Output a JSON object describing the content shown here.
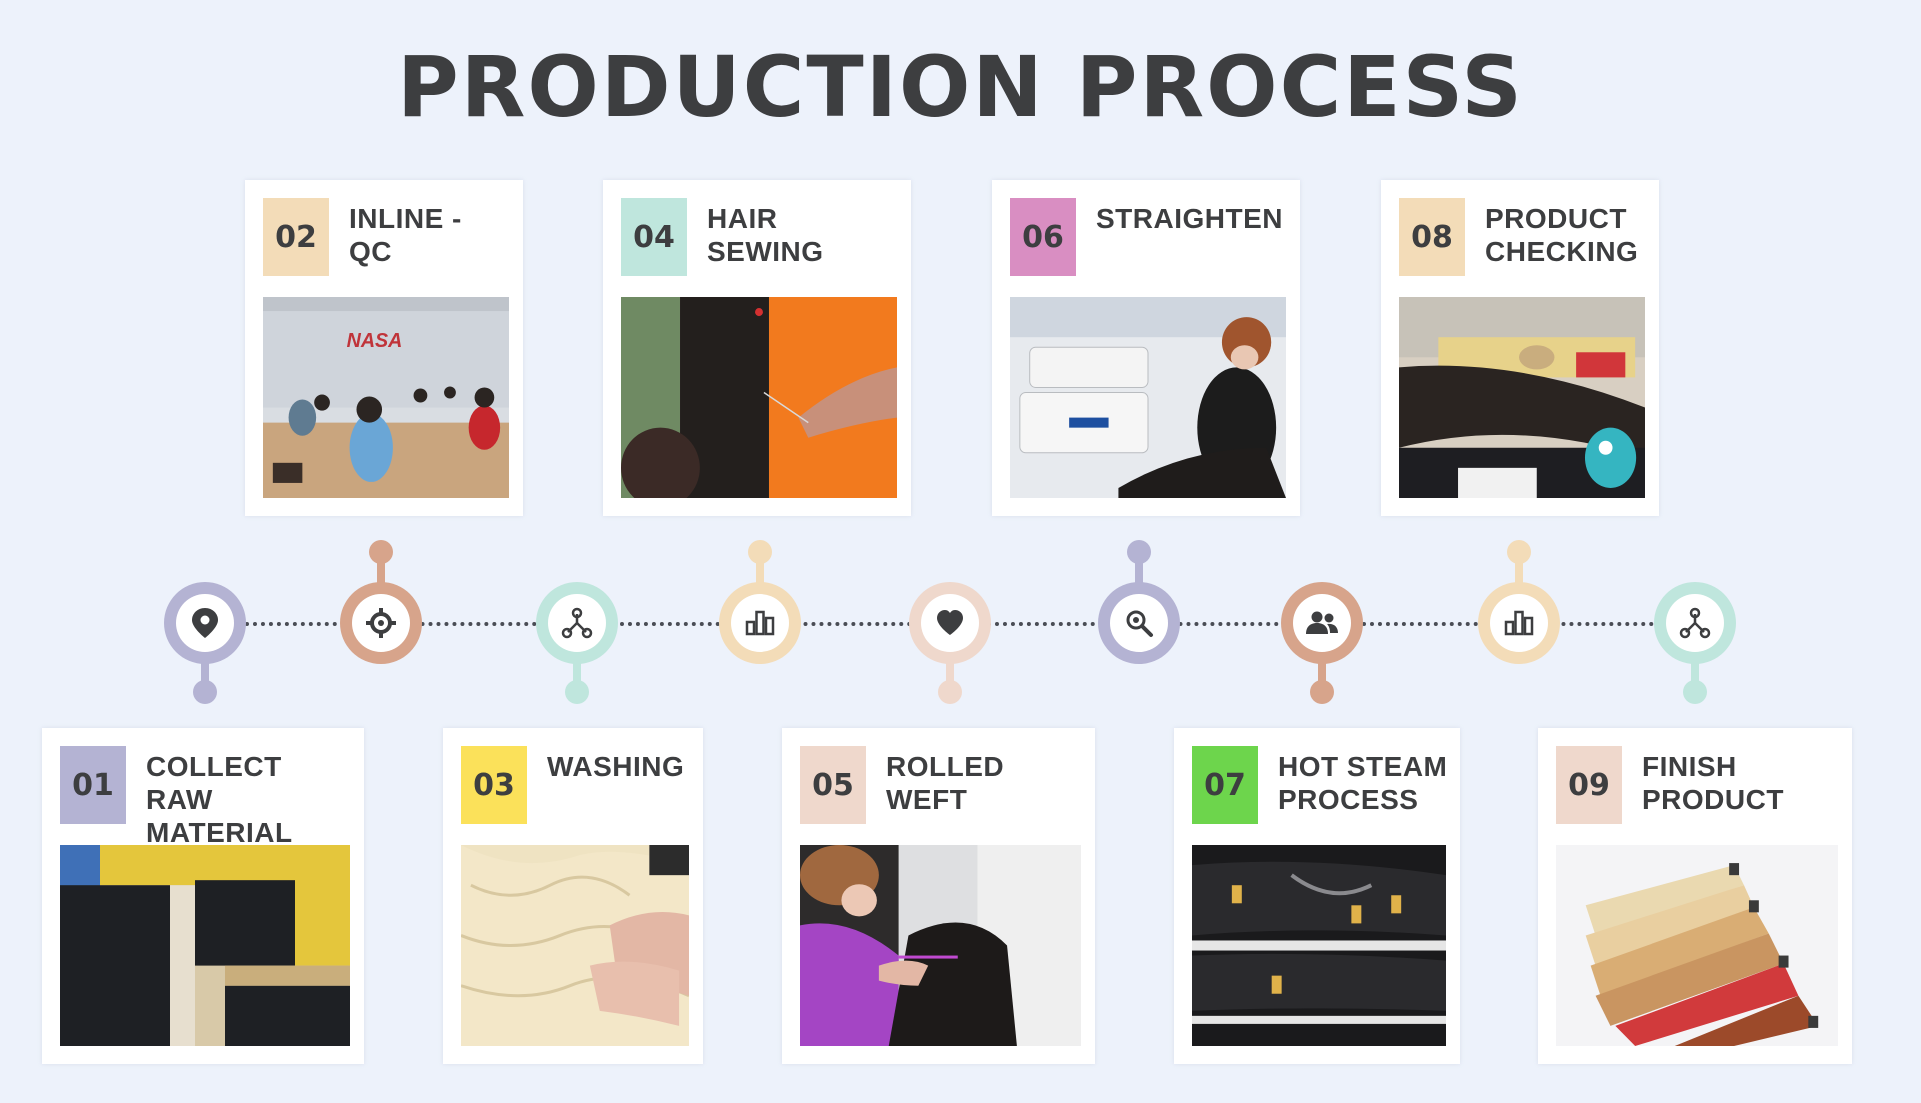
{
  "title": "PRODUCTION PROCESS",
  "colors": {
    "background": "#edf2fb",
    "lavender": "#b4b3d3",
    "peach": "#f3dcb8",
    "mint": "#bfe6dd",
    "pink": "#d98ec2",
    "yellow": "#fbe15a",
    "rose": "#efd8cc",
    "green": "#6dd54c",
    "brown": "#d7a48b"
  },
  "steps": [
    {
      "number": "01",
      "label": "COLLECT RAW\nMATERIAL",
      "color": "#b4b3d3",
      "icon": "location-pin-icon"
    },
    {
      "number": "02",
      "label": "INLINE - QC",
      "color": "#f3dcb8",
      "icon": "crosshair-icon"
    },
    {
      "number": "03",
      "label": "WASHING",
      "color": "#fbe15a",
      "icon": "network-icon"
    },
    {
      "number": "04",
      "label": "HAIR SEWING",
      "color": "#bfe6dd",
      "icon": "bar-chart-icon"
    },
    {
      "number": "05",
      "label": "ROLLED WEFT",
      "color": "#efd8cc",
      "icon": "heart-icon"
    },
    {
      "number": "06",
      "label": "STRAIGHTEN",
      "color": "#d98ec2",
      "icon": "search-icon"
    },
    {
      "number": "07",
      "label": "HOT STEAM\nPROCESS",
      "color": "#6dd54c",
      "icon": "users-icon"
    },
    {
      "number": "08",
      "label": "PRODUCT\nCHECKING",
      "color": "#f3dcb8",
      "icon": "bar-chart-icon"
    },
    {
      "number": "09",
      "label": "FINISH\nPRODUCT",
      "color": "#efd8cc",
      "icon": "network-icon"
    }
  ],
  "photo_text": {
    "inline_qc_sign": "NASA"
  }
}
